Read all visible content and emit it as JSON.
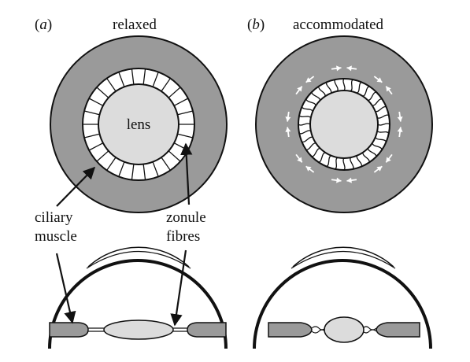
{
  "panel_a": {
    "letter_open": "(",
    "letter": "a",
    "letter_close": ")",
    "title": "relaxed"
  },
  "panel_b": {
    "letter_open": "(",
    "letter": "b",
    "letter_close": ")",
    "title": "accommodated"
  },
  "labels": {
    "lens": "lens",
    "ciliary_line1": "ciliary",
    "ciliary_line2": "muscle",
    "zonule_line1": "zonule",
    "zonule_line2": "fibres"
  },
  "colors": {
    "muscle": "#9a9a9a",
    "lens": "#dcdcdc",
    "outline": "#111111",
    "arrow": "#ffffff"
  }
}
